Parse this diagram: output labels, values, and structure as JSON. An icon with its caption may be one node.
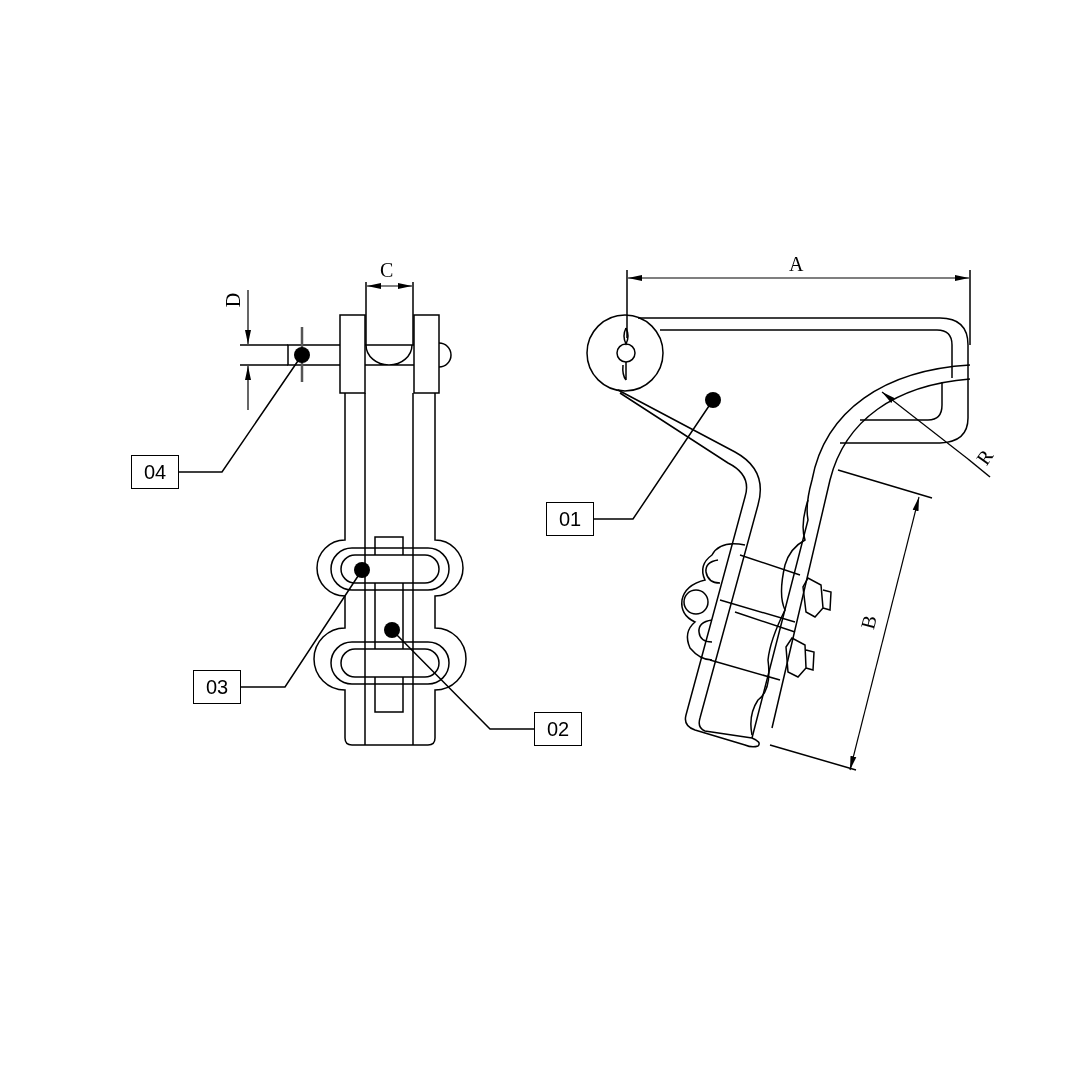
{
  "diagram": {
    "nodes": [
      {
        "text": [
          "04"
        ]
      },
      {
        "text": [
          "01"
        ]
      },
      {
        "text": [
          "03"
        ]
      },
      {
        "text": [
          "02"
        ]
      }
    ],
    "edges": [
      {
        "from": 0,
        "to": null,
        "arrow": "other"
      },
      {
        "from": 1,
        "to": null,
        "arrow": "other"
      },
      {
        "from": 2,
        "to": null,
        "arrow": "other"
      },
      {
        "from": 3,
        "to": null,
        "arrow": "other"
      }
    ],
    "labels": [
      "C",
      "A",
      "D",
      "R",
      "B"
    ]
  }
}
